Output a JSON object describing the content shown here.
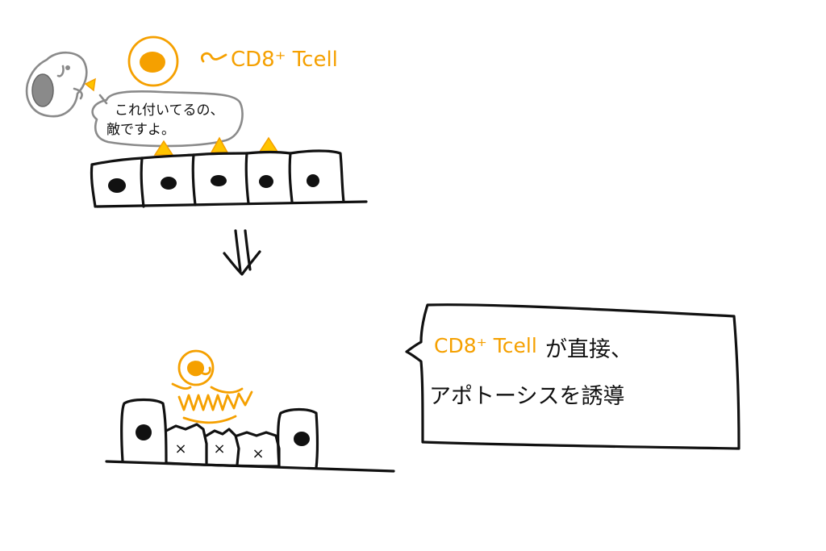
{
  "colors": {
    "ink": "#111111",
    "grey": "#8a8a8a",
    "accent": "#f5a000",
    "marker": "#ffc400",
    "text_black": "#111111"
  },
  "top_panel": {
    "tcell_label": "CD8⁺ Tcell",
    "speech_line1": "これ付いてるの、",
    "speech_line2": "敵ですよ。"
  },
  "bottom_panel": {
    "note_orange": "CD8⁺ Tcell",
    "note_line1_rest": "が直接、",
    "note_line2": "アポトーシスを誘導",
    "apoptotic_mark": "×"
  }
}
